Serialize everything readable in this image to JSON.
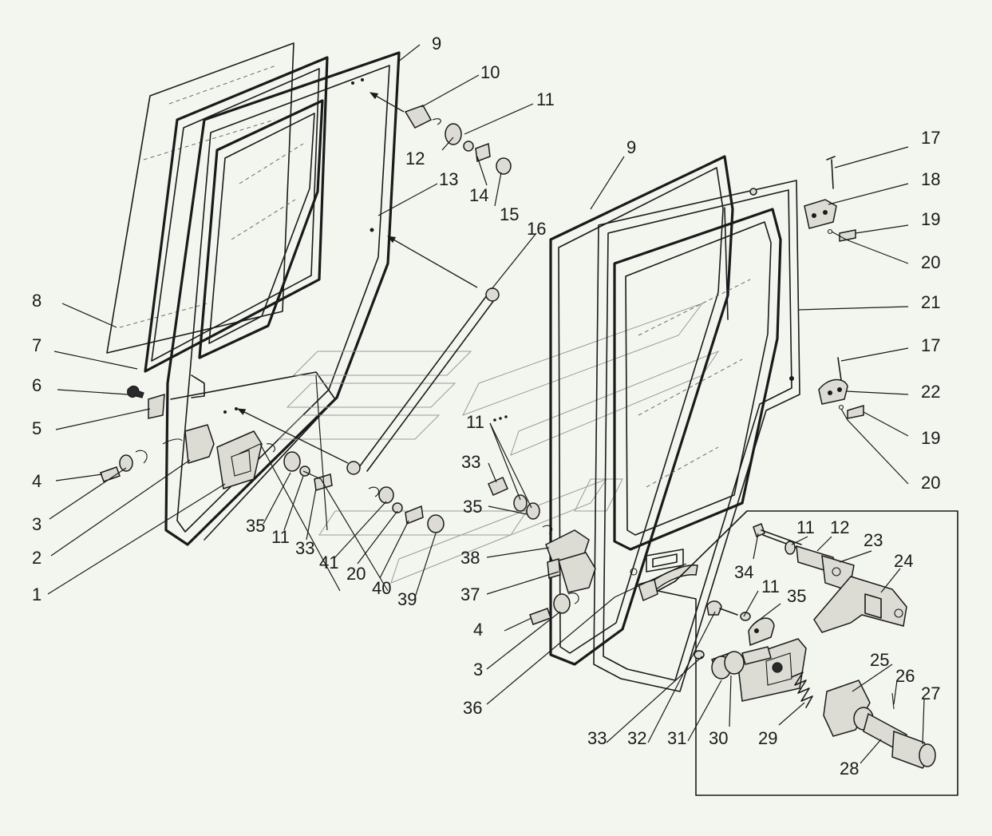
{
  "callouts": [
    "1",
    "2",
    "3",
    "4",
    "5",
    "6",
    "7",
    "8",
    "9",
    "10",
    "11",
    "12",
    "13",
    "14",
    "15",
    "16",
    "17",
    "18",
    "19",
    "20",
    "21",
    "22",
    "23",
    "24",
    "25",
    "26",
    "27",
    "28",
    "29",
    "30",
    "31",
    "32",
    "33",
    "34",
    "35",
    "36",
    "37",
    "38",
    "39",
    "40",
    "41"
  ]
}
